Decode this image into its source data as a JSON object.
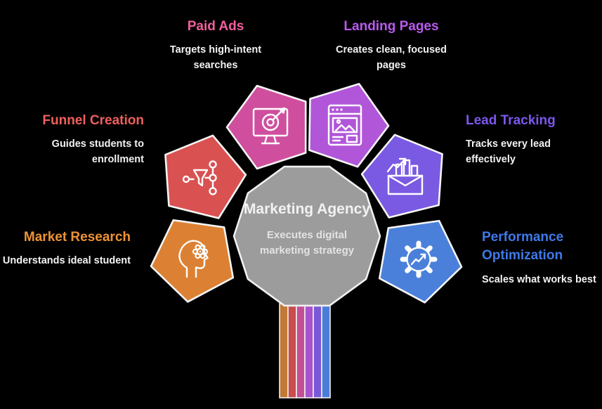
{
  "canvas_bg": "#000000",
  "center": {
    "title": "Marketing Agency",
    "subtitle": "Executes digital marketing strategy",
    "fill": "#9c9c9c",
    "border": "#f0f0f0"
  },
  "nodes": [
    {
      "id": "paid-ads",
      "label": "Paid Ads",
      "description": "Targets high-intent searches",
      "color": "#cf4f9e",
      "label_color": "#f0609e",
      "icon": "monitor-target-icon"
    },
    {
      "id": "landing-pages",
      "label": "Landing Pages",
      "description": "Creates clean, focused pages",
      "color": "#b156d9",
      "label_color": "#bb5af0",
      "icon": "browser-image-icon"
    },
    {
      "id": "lead-tracking",
      "label": "Lead Tracking",
      "description": "Tracks every lead effectively",
      "color": "#7a5ae2",
      "label_color": "#7d57ee",
      "icon": "mail-chart-icon"
    },
    {
      "id": "performance-optimization",
      "label": "Performance Optimization",
      "description": "Scales what works best",
      "color": "#4b80da",
      "label_color": "#3f79e8",
      "icon": "gear-chart-icon"
    },
    {
      "id": "market-research",
      "label": "Market Research",
      "description": "Understands ideal student",
      "color": "#dc8134",
      "label_color": "#ee9335",
      "icon": "head-gear-icon"
    },
    {
      "id": "funnel-creation",
      "label": "Funnel Creation",
      "description": "Guides students to enrollment",
      "color": "#d95151",
      "label_color": "#f05f5c",
      "icon": "funnel-split-icon"
    }
  ],
  "trunk": {
    "stripe_colors": [
      "#c27935",
      "#cb4c4c",
      "#c24f96",
      "#a853cb",
      "#7959d5",
      "#4a7dd8"
    ]
  }
}
